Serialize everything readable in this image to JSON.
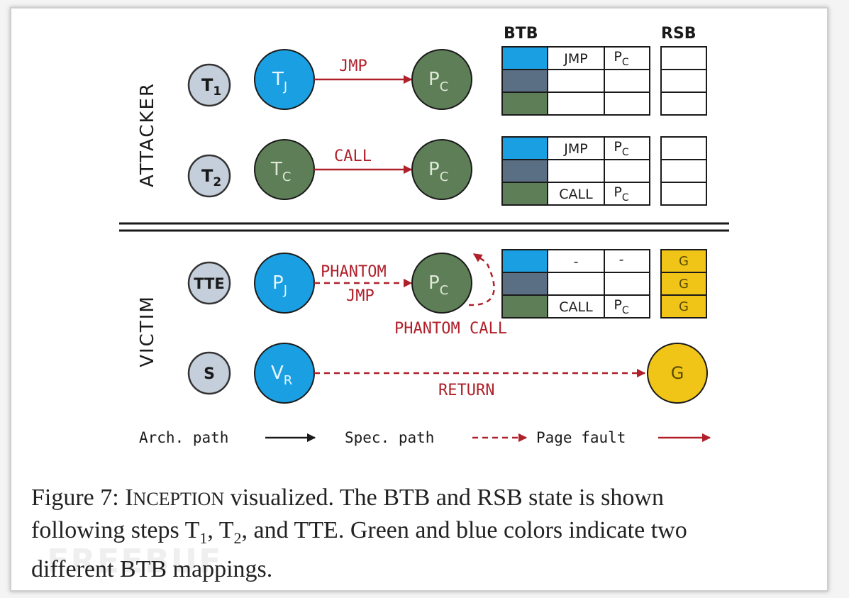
{
  "sections": {
    "attacker": "ATTACKER",
    "victim": "VICTIM"
  },
  "table_headers": {
    "btb": "BTB",
    "rsb": "RSB"
  },
  "nodes": {
    "t1": {
      "main": "T",
      "sub": "1"
    },
    "tj": {
      "main": "T",
      "sub": "J"
    },
    "pc1": {
      "main": "P",
      "sub": "C"
    },
    "t2": {
      "main": "T",
      "sub": "2"
    },
    "tc": {
      "main": "T",
      "sub": "C"
    },
    "pc2": {
      "main": "P",
      "sub": "C"
    },
    "tte": {
      "main": "TTE"
    },
    "pj": {
      "main": "P",
      "sub": "J"
    },
    "pc3": {
      "main": "P",
      "sub": "C"
    },
    "s": {
      "main": "S"
    },
    "vr": {
      "main": "V",
      "sub": "R"
    },
    "g": {
      "main": "G"
    }
  },
  "edges": {
    "jmp": "JMP",
    "call": "CALL",
    "phantom_jmp_line1": "PHANTOM",
    "phantom_jmp_line2": "JMP",
    "phantom_call": "PHANTOM CALL",
    "return": "RETURN"
  },
  "btb_tables": {
    "attacker_t1": [
      {
        "col1": "JMP",
        "col2_main": "P",
        "col2_sub": "C"
      },
      {
        "col1": "",
        "col2_main": "",
        "col2_sub": ""
      },
      {
        "col1": "",
        "col2_main": "",
        "col2_sub": ""
      }
    ],
    "attacker_t2": [
      {
        "col1": "JMP",
        "col2_main": "P",
        "col2_sub": "C"
      },
      {
        "col1": "",
        "col2_main": "",
        "col2_sub": ""
      },
      {
        "col1": "CALL",
        "col2_main": "P",
        "col2_sub": "C"
      }
    ],
    "victim_tte": [
      {
        "col1": "-",
        "col2_main": "-",
        "col2_sub": ""
      },
      {
        "col1": "",
        "col2_main": "",
        "col2_sub": ""
      },
      {
        "col1": "CALL",
        "col2_main": "P",
        "col2_sub": "C"
      }
    ]
  },
  "rsb_victim": [
    "G",
    "G",
    "G"
  ],
  "legend": {
    "arch": "Arch. path",
    "spec": "Spec. path",
    "fault": "Page fault"
  },
  "caption": {
    "prefix": "Figure 7: ",
    "inception_big": "I",
    "inception_small": "NCEPTION",
    "line1_rest": " visualized. The BTB and RSB state is shown",
    "line2_a": "following steps T",
    "line2_sub1": "1",
    "line2_b": ", T",
    "line2_sub2": "2",
    "line2_c": ", and TTE. Green and blue colors indicate two",
    "line3": "different BTB mappings."
  },
  "watermark": "FREEBUF",
  "colors": {
    "blue": "#1aa0e2",
    "green": "#5d7e56",
    "slate": "#5a6e84",
    "gray_node": "#c4cfdb",
    "gold": "#f0c517",
    "red": "#b0202a",
    "text_dark": "#1a1a1a"
  }
}
